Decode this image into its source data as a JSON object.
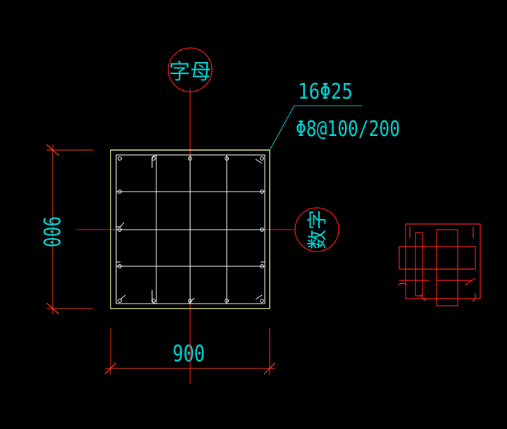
{
  "colors": {
    "background": "#000000",
    "dimension": "#ff3b1f",
    "dimension_text": "#00d4d4",
    "rebar": "#ffffff",
    "outline": "#ffff99",
    "axis": "#ff1a1a",
    "leader": "#00d4d4",
    "label": "#00d4d4",
    "bubble": "#ff1a1a",
    "detail": "#ff2020"
  },
  "column": {
    "main_bars": "16Φ25",
    "stirrups": "Φ8@100/200"
  },
  "dimensions": {
    "height": "900",
    "width": "900"
  },
  "axis_bubbles": {
    "top": "字母",
    "right": "数字"
  }
}
